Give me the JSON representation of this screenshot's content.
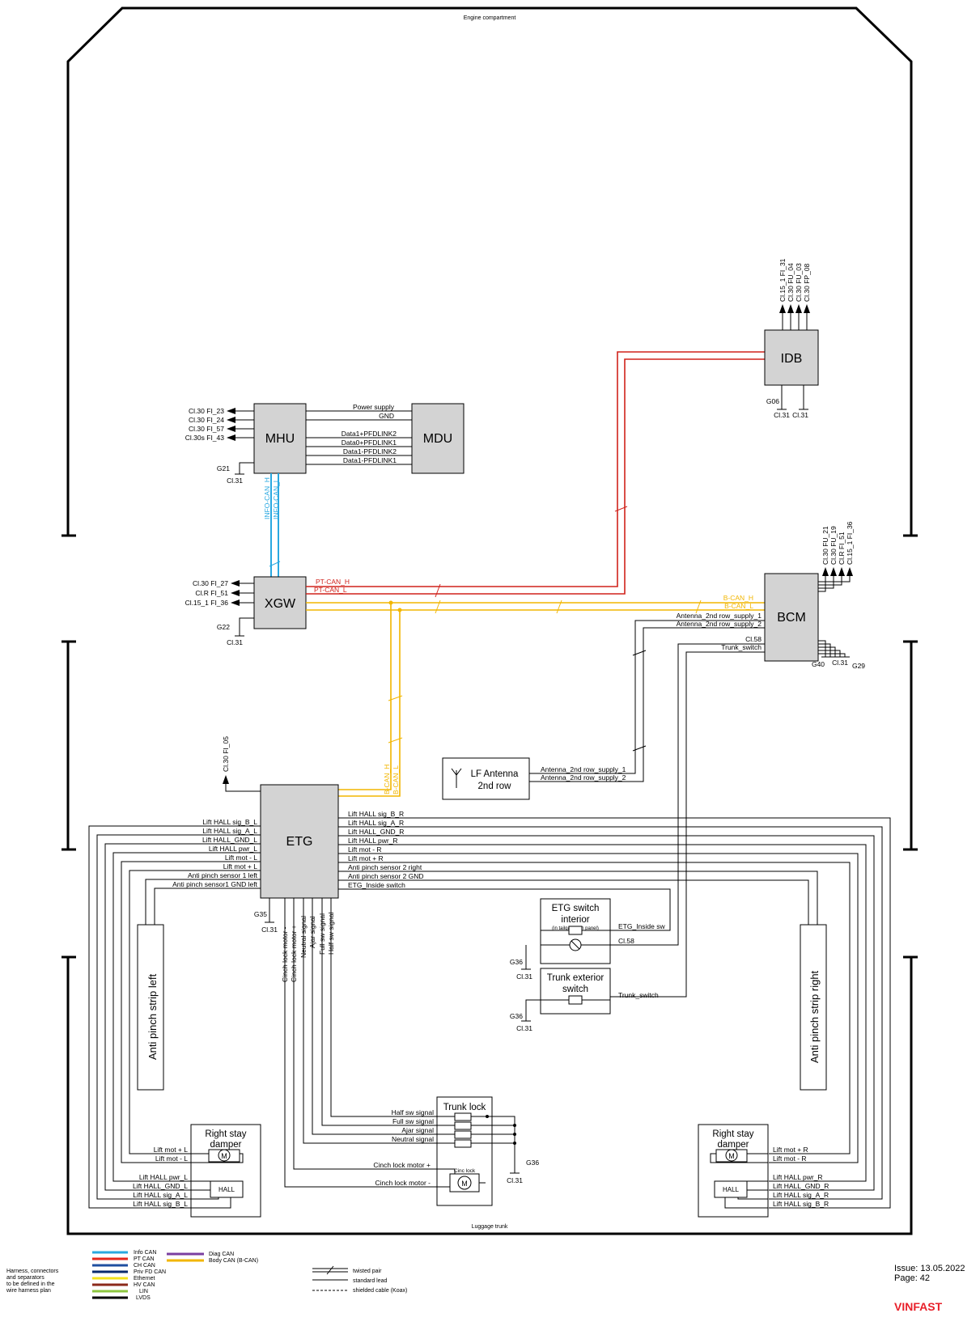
{
  "header": {
    "area_top": "Engine compartment",
    "area_bottom": "Luggage trunk"
  },
  "ecus": {
    "mhu": "MHU",
    "mdu": "MDU",
    "xgw": "XGW",
    "idb": "IDB",
    "bcm": "BCM",
    "etg": "ETG",
    "lf_antenna_line1": "LF Antenna",
    "lf_antenna_line2": "2nd row",
    "etg_switch_line1": "ETG switch",
    "etg_switch_line2": "interior",
    "etg_switch_note": "(in tailgate trim panel)",
    "trunk_ext_line1": "Trunk exterior",
    "trunk_ext_line2": "switch",
    "trunk_lock": "Trunk lock",
    "apl": "Anti pinch strip left",
    "apr": "Anti pinch strip right",
    "rsd_left_line1": "Right stay",
    "rsd_left_line2": "damper",
    "rsd_right_line1": "Right stay",
    "rsd_right_line2": "damper",
    "hall": "HALL",
    "motor": "M",
    "cinc_lock": "Cinc lock"
  },
  "mhu": {
    "supplies": [
      "Cl.30 FI_23",
      "Cl.30 FI_24",
      "Cl.30 FI_57",
      "Cl.30s FI_43"
    ],
    "ground_id": "G21",
    "ground_label": "Cl.31",
    "to_mdu": [
      "Power supply",
      "GND",
      "Data1+PFDLINK2",
      "Data0+PFDLINK1",
      "Data1-PFDLINK2",
      "Data1-PFDLINK1"
    ],
    "can_h": "INFO-CAN_H",
    "can_l": "INFO-CAN_L"
  },
  "xgw": {
    "supplies": [
      "Cl.30 FI_27",
      "Cl.R FI_51",
      "Cl.15_1 FI_36"
    ],
    "ground_id": "G22",
    "ground_label": "Cl.31",
    "pt_h": "PT-CAN_H",
    "pt_l": "PT-CAN_L"
  },
  "idb": {
    "supplies": [
      "Cl.15_1 FI_31",
      "Cl.30 FU_04",
      "Cl.30 FU_03",
      "Cl.30 FP_08"
    ],
    "ground_id": "G06",
    "ground_labels": [
      "Cl.31",
      "Cl.31"
    ]
  },
  "bcm": {
    "supplies": [
      "Cl.30 FU_21",
      "Cl.30 FU_19",
      "Cl.R FI_51",
      "Cl.15_1 FI_36"
    ],
    "bcan_h": "B-CAN_H",
    "bcan_l": "B-CAN_L",
    "antenna_1": "Antenna_2nd row_supply_1",
    "antenna_2": "Antenna_2nd row_supply_2",
    "cl58": "Cl.58",
    "trunk_switch": "Trunk_switch",
    "ground_ids": [
      "G40",
      "G29"
    ],
    "ground_label": "Cl.31"
  },
  "antenna": {
    "supply_1": "Antenna_2nd row_supply_1",
    "supply_2": "Antenna_2nd row_supply_2"
  },
  "etg": {
    "supply": "Cl.30 FI_05",
    "bcan_h": "B-CAN_H",
    "bcan_l": "B-CAN_L",
    "left_pins": [
      "Lift HALL sig_B_L",
      "Lift HALL sig_A_L",
      "Lift HALL_GND_L",
      "Lift HALL pwr_L",
      "Lift mot - L",
      "Lift mot + L",
      "Anti pinch sensor 1 left",
      "Anti pinch sensor1 GND left"
    ],
    "right_pins": [
      "Lift HALL sig_B_R",
      "Lift HALL sig_A_R",
      "Lift HALL_GND_R",
      "Lift HALL pwr_R",
      "Lift mot - R",
      "Lift mot + R",
      "Anti pinch sensor 2 right",
      "Anti pinch sensor 2 GND",
      "ETG_Inside switch"
    ],
    "bottom_pins": [
      "Cinch lock motor -",
      "Cinch lock motor +",
      "Neutral signal",
      "Ajar signal",
      "Full sw signal",
      "Half sw signal"
    ],
    "ground_id": "G35",
    "ground_label": "Cl.31"
  },
  "etg_switch": {
    "signal": "ETG_Inside sw",
    "cl58": "Cl.58",
    "ground_id": "G36",
    "ground_label": "Cl.31"
  },
  "trunk_ext": {
    "signal": "Trunk_switch",
    "ground_id": "G36",
    "ground_label": "Cl.31"
  },
  "trunk_lock": {
    "signals": [
      "Half sw signal",
      "Full sw signal",
      "Ajar signal",
      "Neutral signal",
      "Cinch lock motor +",
      "Cinch lock motor -"
    ],
    "ground_id": "G36",
    "ground_label": "Cl.31"
  },
  "damper_left": {
    "motor": [
      "Lift mot + L",
      "Lift mot - L"
    ],
    "hall": [
      "Lift HALL pwr_L",
      "Lift HALL_GND_L",
      "Lift HALL sig_A_L",
      "Lift HALL sig_B_L"
    ]
  },
  "damper_right": {
    "motor": [
      "Lift mot + R",
      "Lift mot - R"
    ],
    "hall": [
      "Lift HALL pwr_R",
      "Lift HALL_GND_R",
      "Lift HALL sig_A_R",
      "Lift HALL sig_B_R"
    ]
  },
  "legend": {
    "colors": [
      {
        "name": "Info CAN",
        "color": "#29a8e0"
      },
      {
        "name": "PT CAN",
        "color": "#e3261c"
      },
      {
        "name": "CH CAN",
        "color": "#1f4fa0"
      },
      {
        "name": "Priv FD CAN",
        "color": "#0a2a6e"
      },
      {
        "name": "Ethernet",
        "color": "#f4e21c"
      },
      {
        "name": "HV CAN",
        "color": "#8b2a1a"
      },
      {
        "name": "LIN",
        "color": "#8cc63f"
      },
      {
        "name": "LVDS",
        "color": "#000000"
      }
    ],
    "colors2": [
      {
        "name": "Diag CAN",
        "color": "#7b3fa0"
      },
      {
        "name": "Body CAN (B-CAN)",
        "color": "#f2b600"
      }
    ],
    "note": [
      "Harness, connectors",
      "and separators",
      "to be defined in the",
      "wire harness plan"
    ],
    "lines": [
      "twisted pair",
      "standard lead",
      "shielded cable (Koax)"
    ]
  },
  "footer": {
    "issue": "Issue:  13.05.2022",
    "page": "Page:    42",
    "brand": "VINFAST"
  },
  "colors": {
    "info_can": "#29a8e0",
    "pt_can": "#d0221b",
    "b_can": "#f2b600",
    "box_fill": "#d3d3d3"
  }
}
